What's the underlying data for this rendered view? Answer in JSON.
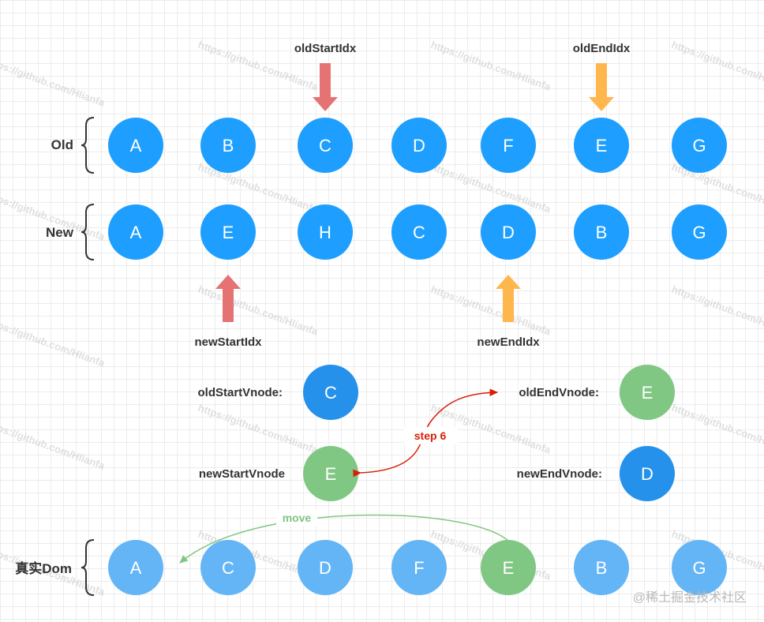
{
  "colors": {
    "node_blue": "#1e9fff",
    "node_dark_blue": "#2591ea",
    "node_light_blue": "#64b5f6",
    "node_green": "#81c784",
    "arrow_red": "#e57373",
    "arrow_orange": "#ffb74d",
    "step_red": "#d81e06",
    "move_green": "#81c784"
  },
  "rows": {
    "old": {
      "label": "Old",
      "nodes": [
        "A",
        "B",
        "C",
        "D",
        "F",
        "E",
        "G"
      ]
    },
    "new": {
      "label": "New",
      "nodes": [
        "A",
        "E",
        "H",
        "C",
        "D",
        "B",
        "G"
      ]
    },
    "dom": {
      "label": "真实Dom",
      "nodes": [
        "A",
        "C",
        "D",
        "F",
        "E",
        "B",
        "G"
      ],
      "highlight_index": 4
    }
  },
  "pointers": {
    "old_start": {
      "label": "oldStartIdx",
      "color": "red",
      "direction": "down",
      "target_index": 2
    },
    "old_end": {
      "label": "oldEndIdx",
      "color": "orange",
      "direction": "down",
      "target_index": 5
    },
    "new_start": {
      "label": "newStartIdx",
      "color": "red",
      "direction": "up",
      "target_index": 1
    },
    "new_end": {
      "label": "newEndIdx",
      "color": "orange",
      "direction": "up",
      "target_index": 4
    }
  },
  "vnodes": {
    "old_start": {
      "label": "oldStartVnode:",
      "value": "C",
      "color": "dark-blue"
    },
    "old_end": {
      "label": "oldEndVnode:",
      "value": "E",
      "color": "green"
    },
    "new_start": {
      "label": "newStartVnode",
      "value": "E",
      "color": "green"
    },
    "new_end": {
      "label": "newEndVnode:",
      "value": "D",
      "color": "dark-blue"
    }
  },
  "step": {
    "label": "step 6"
  },
  "move": {
    "label": "move"
  },
  "watermark": "https://github.com/Hlianfa",
  "footer": "@稀土掘金技术社区"
}
